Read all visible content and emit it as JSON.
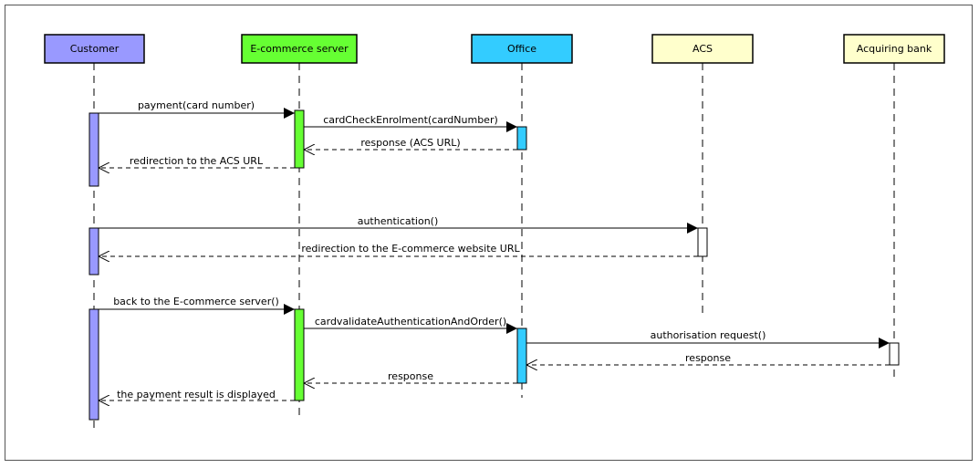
{
  "participants": [
    {
      "id": "customer",
      "label": "Customer",
      "fill": "#9999ff"
    },
    {
      "id": "ecommerce",
      "label": "E-commerce server",
      "fill": "#66ff33"
    },
    {
      "id": "office",
      "label": "Office",
      "fill": "#33ccff"
    },
    {
      "id": "acs",
      "label": "ACS",
      "fill": "#ffffcc"
    },
    {
      "id": "bank",
      "label": "Acquiring bank",
      "fill": "#ffffcc"
    }
  ],
  "messages": [
    {
      "label": "payment(card number)",
      "from": "customer",
      "to": "ecommerce",
      "kind": "call"
    },
    {
      "label": "cardCheckEnrolment(cardNumber)",
      "from": "ecommerce",
      "to": "office",
      "kind": "call"
    },
    {
      "label": "response (ACS URL)",
      "from": "office",
      "to": "ecommerce",
      "kind": "return"
    },
    {
      "label": "redirection to the ACS URL",
      "from": "ecommerce",
      "to": "customer",
      "kind": "return"
    },
    {
      "label": "authentication()",
      "from": "customer",
      "to": "acs",
      "kind": "call"
    },
    {
      "label": "redirection to the E-commerce website URL",
      "from": "acs",
      "to": "customer",
      "kind": "return"
    },
    {
      "label": "back to the E-commerce server()",
      "from": "customer",
      "to": "ecommerce",
      "kind": "call"
    },
    {
      "label": "cardvalidateAuthenticationAndOrder()",
      "from": "ecommerce",
      "to": "office",
      "kind": "call"
    },
    {
      "label": "authorisation request()",
      "from": "office",
      "to": "bank",
      "kind": "call"
    },
    {
      "label": "response",
      "from": "bank",
      "to": "office",
      "kind": "return"
    },
    {
      "label": "response",
      "from": "office",
      "to": "ecommerce",
      "kind": "return"
    },
    {
      "label": "the payment result is displayed",
      "from": "ecommerce",
      "to": "customer",
      "kind": "return"
    }
  ]
}
